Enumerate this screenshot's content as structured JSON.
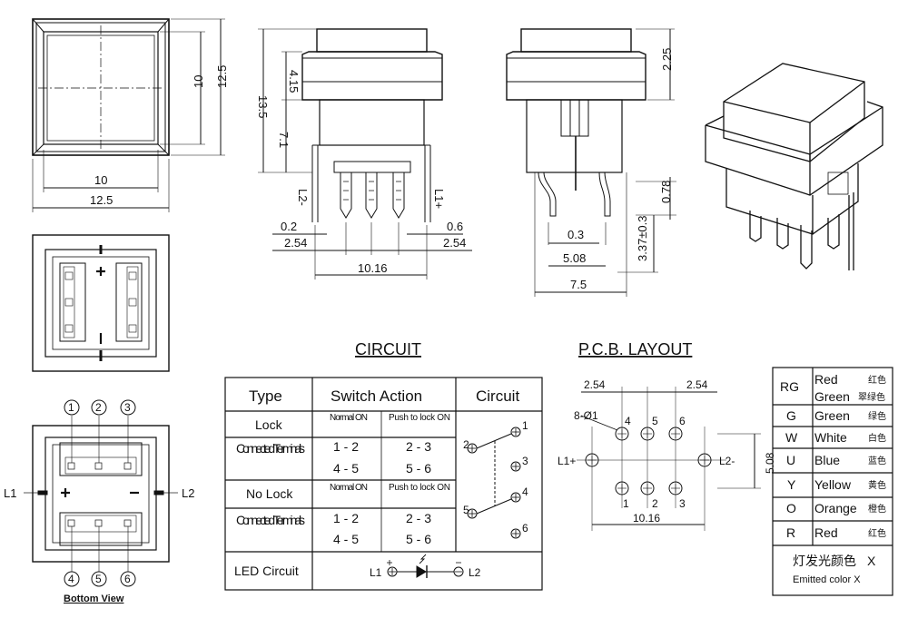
{
  "dims": {
    "top_inner_w": "10",
    "top_outer_w": "12.5",
    "top_inner_h": "10",
    "top_outer_h": "12.5",
    "side_415": "4.15",
    "side_135": "13.5",
    "side_71": "7.1",
    "side_02": "0.2",
    "side_254a": "2.54",
    "side_06": "0.6",
    "side_254b": "2.54",
    "side_1016": "10.16",
    "lbl_l2minus": "L2-",
    "lbl_l1plus": "L1+",
    "end_225": "2.25",
    "end_078": "0.78",
    "end_337": "3.37±0.3",
    "end_03": "0.3",
    "end_508": "5.08",
    "end_75": "7.5"
  },
  "bottom_view": {
    "pins_top": [
      "1",
      "2",
      "3"
    ],
    "pins_bottom": [
      "4",
      "5",
      "6"
    ],
    "l1": "L1",
    "l2": "L2",
    "caption": "Bottom View"
  },
  "circuit": {
    "title": "CIRCUIT",
    "headers": {
      "type": "Type",
      "action": "Switch Action",
      "circuit": "Circuit"
    },
    "lock": "Lock",
    "normal_on": "Normal ON",
    "push_to_lock_on": "Push to lock ON",
    "connected": "Connected Terminals",
    "no_lock": "No Lock",
    "t12": "1 - 2",
    "t45": "4 - 5",
    "t23": "2 - 3",
    "t56": "5 - 6",
    "led_circuit": "LED Circuit",
    "led_l1": "L1",
    "led_l2": "L2",
    "terms": [
      "1",
      "2",
      "3",
      "4",
      "5",
      "6"
    ]
  },
  "pcb": {
    "title": "P.C.B. LAYOUT",
    "dim_254a": "2.54",
    "dim_254b": "2.54",
    "holes": "8-Ø1",
    "pins": [
      "4",
      "5",
      "6",
      "1",
      "2",
      "3"
    ],
    "l1": "L1+",
    "l2": "L2-",
    "dim_508": "5.08",
    "dim_1016": "10.16"
  },
  "colors_table": {
    "rows": [
      {
        "code": "RG",
        "en": "Red",
        "cn": "红色",
        "en2": "Green",
        "cn2": "翠绿色"
      },
      {
        "code": "G",
        "en": "Green",
        "cn": "绿色"
      },
      {
        "code": "W",
        "en": "White",
        "cn": "白色"
      },
      {
        "code": "U",
        "en": "Blue",
        "cn": "蓝色"
      },
      {
        "code": "Y",
        "en": "Yellow",
        "cn": "黄色"
      },
      {
        "code": "O",
        "en": "Orange",
        "cn": "橙色"
      },
      {
        "code": "R",
        "en": "Red",
        "cn": "红色"
      }
    ],
    "footer_cn": "灯发光颜色",
    "footer_x": "X",
    "footer_en": "Emitted color X"
  }
}
